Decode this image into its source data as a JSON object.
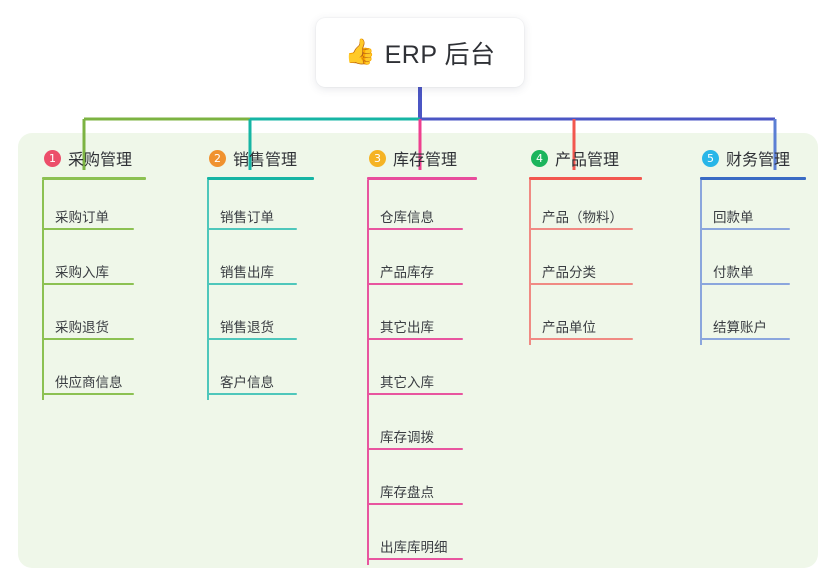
{
  "root": {
    "emoji": "👍",
    "emoji_name": "thumbs-up-emoji",
    "title": "ERP 后台"
  },
  "colors": {
    "panel_bg": "#eff7e9",
    "page_bg": "#ffffff",
    "root_stem": "#4b56c4",
    "bus_green": "#7cb342",
    "bus_teal": "#16b5a4",
    "bus_blue": "#4b56c4",
    "drop_green": "#7cb342",
    "drop_teal": "#16b5a4",
    "drop_pink": "#ee3f8f",
    "drop_red": "#f2574f",
    "drop_blue": "#5b7fd4",
    "text": "#2f3136",
    "leaf_text": "#3a3d42"
  },
  "columns": [
    {
      "index": "1",
      "title": "采购管理",
      "badge_color": "#ec4e6a",
      "rule_color": "#8cc152",
      "leaf_color": "#8cc152",
      "items": [
        "采购订单",
        "采购入库",
        "采购退货",
        "供应商信息"
      ]
    },
    {
      "index": "2",
      "title": "销售管理",
      "badge_color": "#f0922f",
      "rule_color": "#16b5a4",
      "leaf_color": "#4ec7bb",
      "items": [
        "销售订单",
        "销售出库",
        "销售退货",
        "客户信息"
      ]
    },
    {
      "index": "3",
      "title": "库存管理",
      "badge_color": "#f5b324",
      "rule_color": "#e84d9c",
      "leaf_color": "#e8559f",
      "items": [
        "仓库信息",
        "产品库存",
        "其它出库",
        "其它入库",
        "库存调拨",
        "库存盘点",
        "出库库明细"
      ]
    },
    {
      "index": "4",
      "title": "产品管理",
      "badge_color": "#1bb55c",
      "rule_color": "#f2574f",
      "leaf_color": "#f08a83",
      "items": [
        "产品（物料）",
        "产品分类",
        "产品单位"
      ]
    },
    {
      "index": "5",
      "title": "财务管理",
      "badge_color": "#28b6e8",
      "rule_color": "#3a6bc4",
      "leaf_color": "#8ba6dd",
      "items": [
        "回款单",
        "付款单",
        "结算账户"
      ]
    }
  ]
}
